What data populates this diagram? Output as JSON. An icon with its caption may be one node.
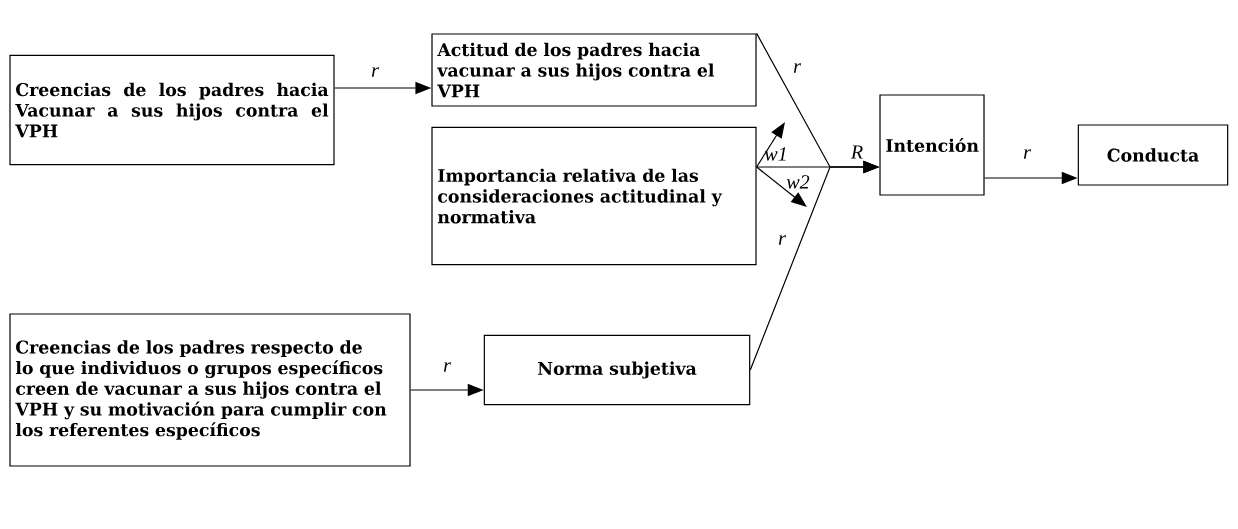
{
  "diagram": {
    "nodes": [
      {
        "text": [
          "Creencias de los padres hacia Vacunar a sus hijos contra el VPH"
        ]
      },
      {
        "text": [
          "Actitud de los padres hacia vacunar a sus hijos contra el VPH"
        ]
      },
      {
        "text": [
          "Importancia relativa de las consideraciones actitudinal y normativa"
        ]
      },
      {
        "text": [
          "Creencias de los padres respecto de lo que individuos o grupos específicos creen de vacunar a sus hijos contra el VPH y su motivación para cumplir con los referentes específicos"
        ]
      },
      {
        "text": [
          "Norma subjetiva"
        ]
      },
      {
        "text": [
          "Intención"
        ]
      },
      {
        "text": [
          "Conducta"
        ]
      }
    ],
    "edges": [
      {
        "from": 0,
        "to": 1,
        "arrow": "to",
        "label": "r"
      },
      {
        "from": 1,
        "to": 5,
        "arrow": "to",
        "label": "r"
      },
      {
        "from": 2,
        "to": 5,
        "arrow": "to"
      },
      {
        "from": 4,
        "to": 5,
        "arrow": "to",
        "label": "r"
      },
      {
        "from": 2,
        "to": null,
        "arrow": "to",
        "label": "w1"
      },
      {
        "from": 2,
        "to": null,
        "arrow": "to",
        "label": "w2"
      },
      {
        "from": 5,
        "to": 6,
        "arrow": "to",
        "label": "r"
      },
      {
        "from": 3,
        "to": 4,
        "arrow": "to",
        "label": "r"
      }
    ],
    "labels": [
      "R"
    ]
  }
}
